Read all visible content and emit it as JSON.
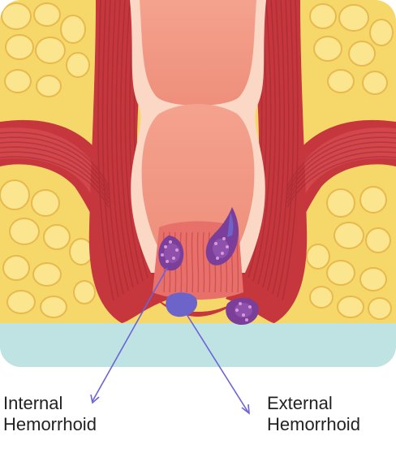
{
  "labels": {
    "internal": {
      "line1": "Internal",
      "line2": "Hemorrhoid"
    },
    "external": {
      "line1": "External",
      "line2": "Hemorrhoid"
    }
  },
  "colors": {
    "fat_fill": "#f6d86a",
    "fat_lobule": "#fbe58f",
    "fat_outline": "#e8b94c",
    "muscle_dark": "#b9313a",
    "muscle_mid": "#d6444a",
    "muscle_light": "#e7676a",
    "lumen": "#f29986",
    "lumen_light": "#f7b4a3",
    "wall_pale": "#fbd8c5",
    "skin_base": "#bfe3e3",
    "hemorrhoid_purple": "#7b3f9a",
    "hemorrhoid_blue": "#6d64c9",
    "pointer_line": "#6a63d9"
  }
}
